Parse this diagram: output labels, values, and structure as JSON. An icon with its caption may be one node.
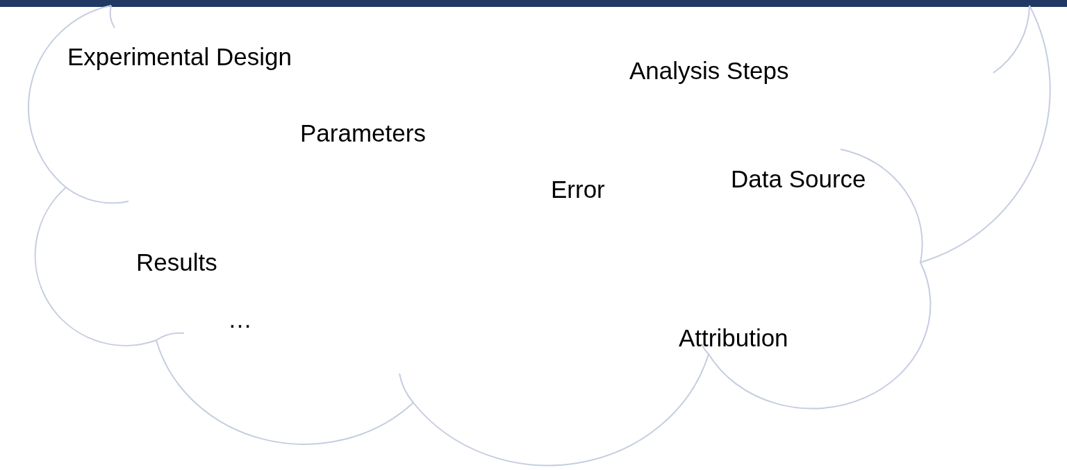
{
  "diagram": {
    "nodes": [
      {
        "text": [
          "Experimental Design",
          "Analysis Steps",
          "Parameters",
          "Data Source",
          "Error",
          "Results",
          "…",
          "Attribution"
        ]
      }
    ]
  }
}
